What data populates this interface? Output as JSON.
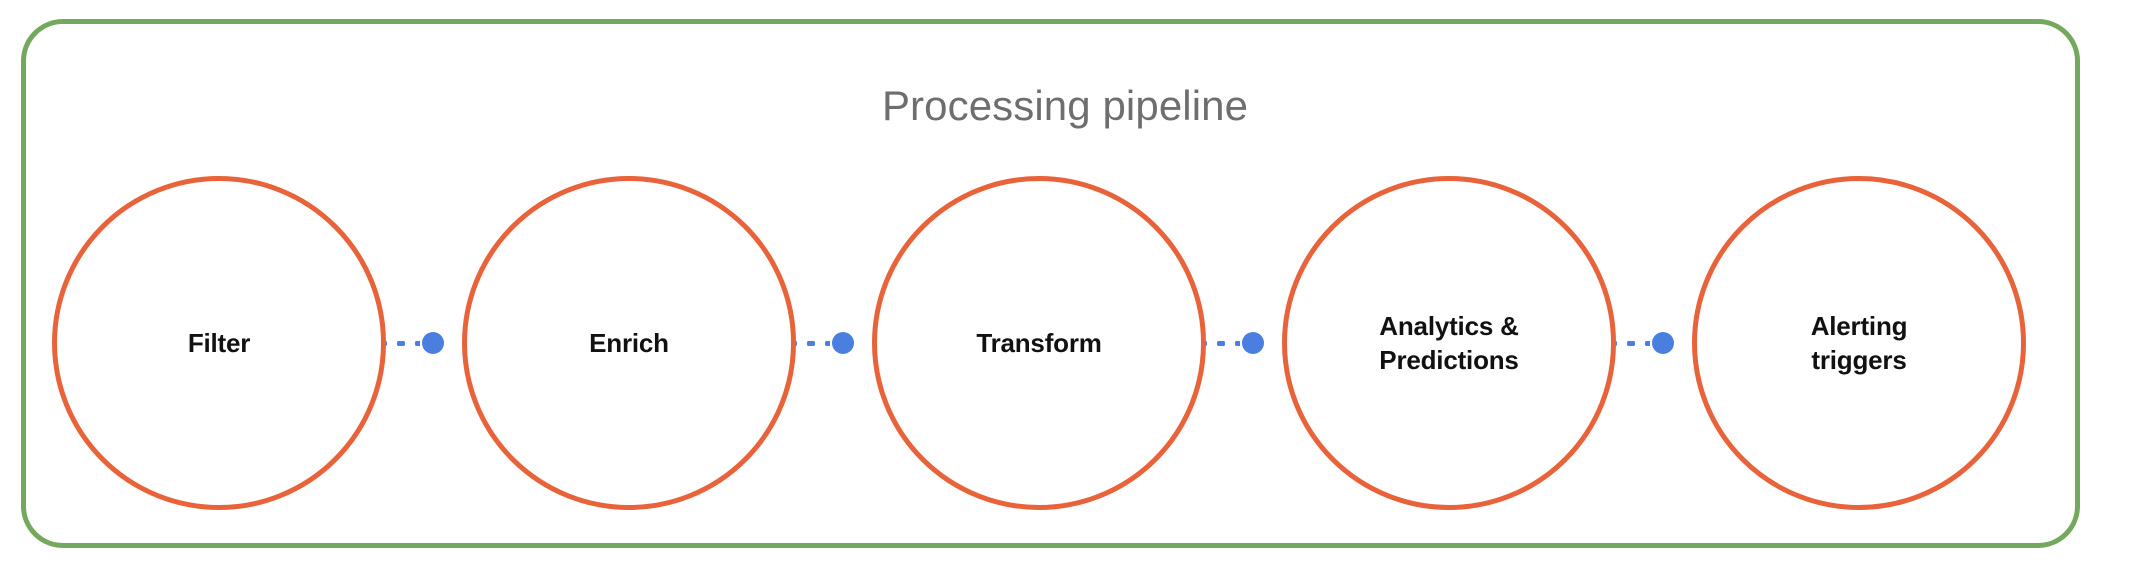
{
  "diagram": {
    "type": "pipeline-flow",
    "title": "Processing pipeline",
    "container": {
      "name": "processing-pipeline-group",
      "border_color": "#74a85c",
      "shape": "rounded-rectangle"
    },
    "stage_style": {
      "shape": "circle",
      "border_color": "#e8633a",
      "fill_color": "#ffffff",
      "label_color": "#111111"
    },
    "connector_style": {
      "color": "#4a7fe0",
      "line": "dotted",
      "end_marker": "filled-dot"
    },
    "title_color": "#6e6e6e",
    "stages": [
      {
        "id": "filter",
        "label": "Filter",
        "order": 1
      },
      {
        "id": "enrich",
        "label": "Enrich",
        "order": 2
      },
      {
        "id": "transform",
        "label": "Transform",
        "order": 3
      },
      {
        "id": "analytics-predictions",
        "label": "Analytics &\nPredictions",
        "order": 4
      },
      {
        "id": "alerting-triggers",
        "label": "Alerting\ntriggers",
        "order": 5
      }
    ],
    "connectors": [
      {
        "id": "filter-to-enrich",
        "from": "filter",
        "to": "enrich"
      },
      {
        "id": "enrich-to-transform",
        "from": "enrich",
        "to": "transform"
      },
      {
        "id": "transform-to-analytics",
        "from": "transform",
        "to": "analytics-predictions"
      },
      {
        "id": "analytics-to-alerting",
        "from": "analytics-predictions",
        "to": "alerting-triggers"
      }
    ]
  }
}
